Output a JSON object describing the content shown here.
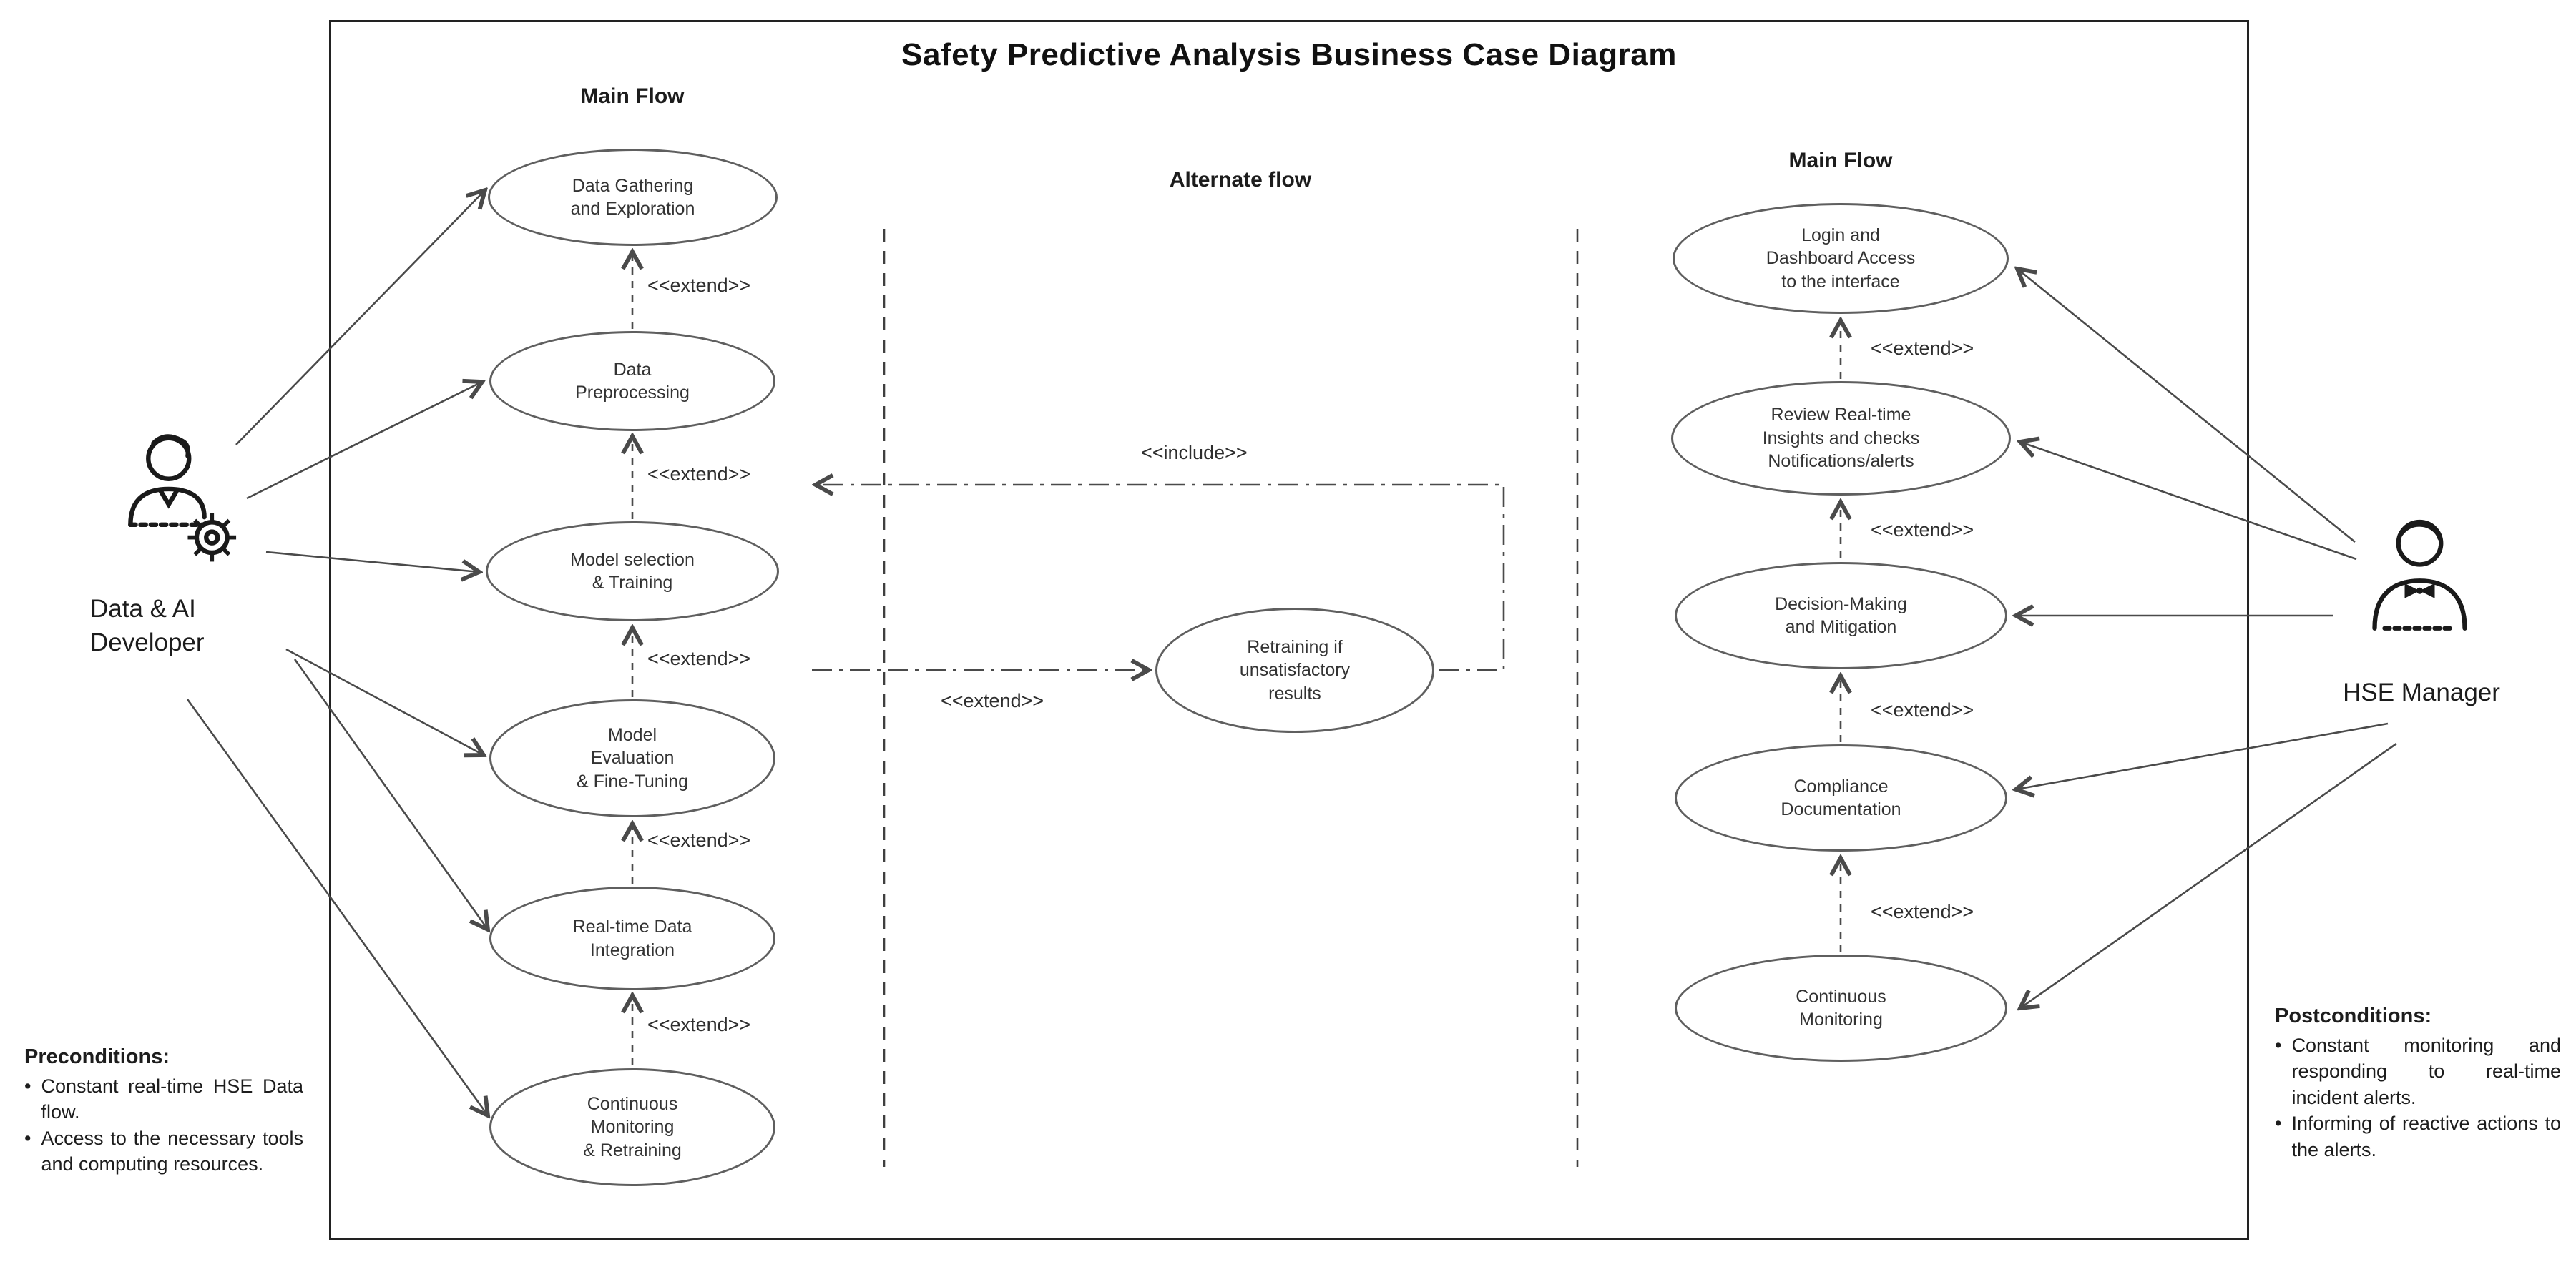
{
  "diagram": {
    "title": "Safety Predictive Analysis Business Case Diagram"
  },
  "labels": {
    "main_flow": "Main Flow",
    "alternate_flow": "Alternate flow",
    "extend": "<<extend>>",
    "include": "<<include>>",
    "bullet": "•"
  },
  "actors": {
    "developer": "Data & AI\nDeveloper",
    "manager": "HSE Manager"
  },
  "left_flow": {
    "use_cases": [
      {
        "label": "Data Gathering\nand Exploration"
      },
      {
        "label": "Data\nPreprocessing"
      },
      {
        "label": "Model selection\n& Training"
      },
      {
        "label": "Model\nEvaluation\n& Fine-Tuning"
      },
      {
        "label": "Real-time Data\nIntegration"
      },
      {
        "label": "Continuous\nMonitoring\n& Retraining"
      }
    ]
  },
  "alternate": {
    "use_case": "Retraining if\nunsatisfactory\nresults"
  },
  "right_flow": {
    "use_cases": [
      {
        "label": "Login and\nDashboard Access\nto the interface"
      },
      {
        "label": "Review Real-time\nInsights and checks\nNotifications/alerts"
      },
      {
        "label": "Decision-Making\nand Mitigation"
      },
      {
        "label": "Compliance\nDocumentation"
      },
      {
        "label": "Continuous\nMonitoring"
      }
    ]
  },
  "preconditions": {
    "title": "Preconditions:",
    "items": [
      "Constant real-time HSE Data flow.",
      "Access to the necessary tools and computing resources."
    ]
  },
  "postconditions": {
    "title": "Postconditions:",
    "items": [
      "Constant monitoring and responding to real-time incident alerts.",
      "Informing of reactive actions to the alerts."
    ]
  }
}
